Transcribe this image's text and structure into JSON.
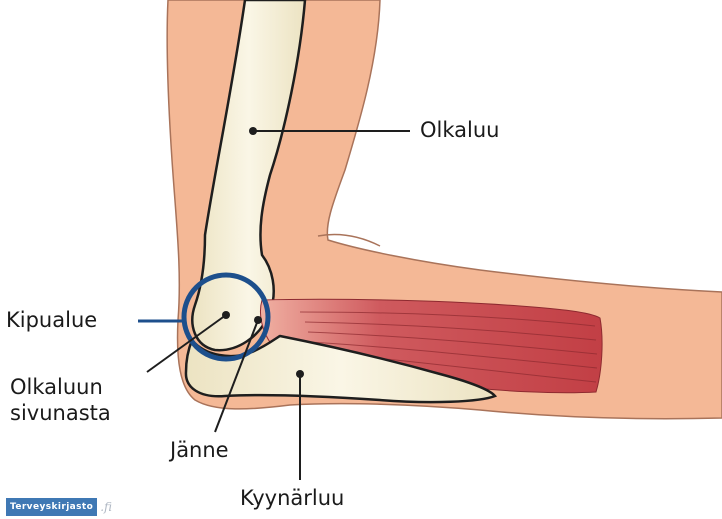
{
  "labels": {
    "humerus": "Olkaluu",
    "pain_area": "Kipualue",
    "epicondyle": "Olkaluun\nsivunasta",
    "tendon": "Jänne",
    "ulna": "Kyynärluu"
  },
  "logo": {
    "text": "Terveyskirjasto",
    "suffix": ".fi"
  },
  "colors": {
    "skin": "#f4b896",
    "skin_outline": "#a9735a",
    "bone": "#f7f1d8",
    "bone_outline": "#1e1e1e",
    "muscle": "#c9474c",
    "tendon": "#f2b8a4",
    "circle": "#1d4f8c",
    "leader": "#1e1e1e",
    "logo_blue": "#3f78b4"
  }
}
